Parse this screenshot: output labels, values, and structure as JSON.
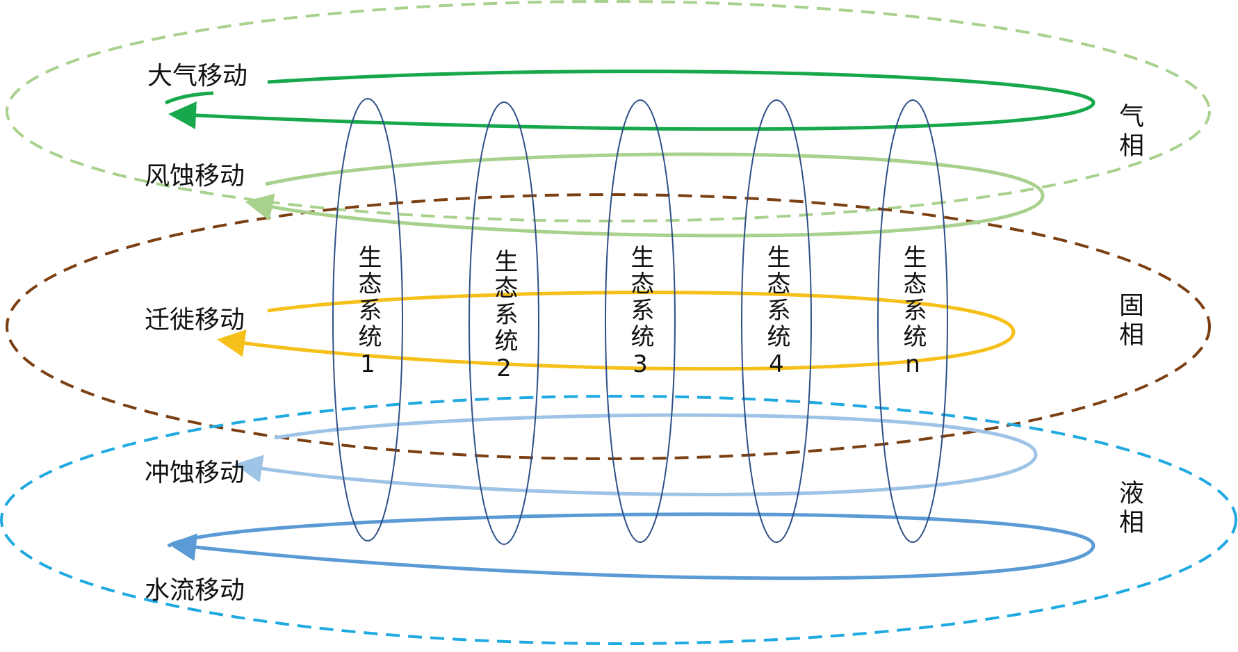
{
  "colors": {
    "gas_phase": "#a9d18e",
    "solid_phase": "#7b3f12",
    "liquid_phase": "#1fa9e1",
    "atmospheric": "#16a84a",
    "wind_erosion": "#a9d18e",
    "migration": "#f5c01a",
    "water_erosion": "#9dc3e6",
    "water_flow": "#5b9bd5",
    "ecosystem_outline": "#2f4f86"
  },
  "flows": {
    "atmospheric": "大气移动",
    "wind_erosion": "风蚀移动",
    "migration": "迁徙移动",
    "water_erosion": "冲蚀移动",
    "water_flow": "水流移动"
  },
  "phases": {
    "gas": "气相",
    "solid": "固相",
    "liquid": "液相"
  },
  "ecosystems": [
    {
      "label": "生态系统1"
    },
    {
      "label": "生态系统2"
    },
    {
      "label": "生态系统3"
    },
    {
      "label": "生态系统4"
    },
    {
      "label": "生态系统n"
    }
  ]
}
